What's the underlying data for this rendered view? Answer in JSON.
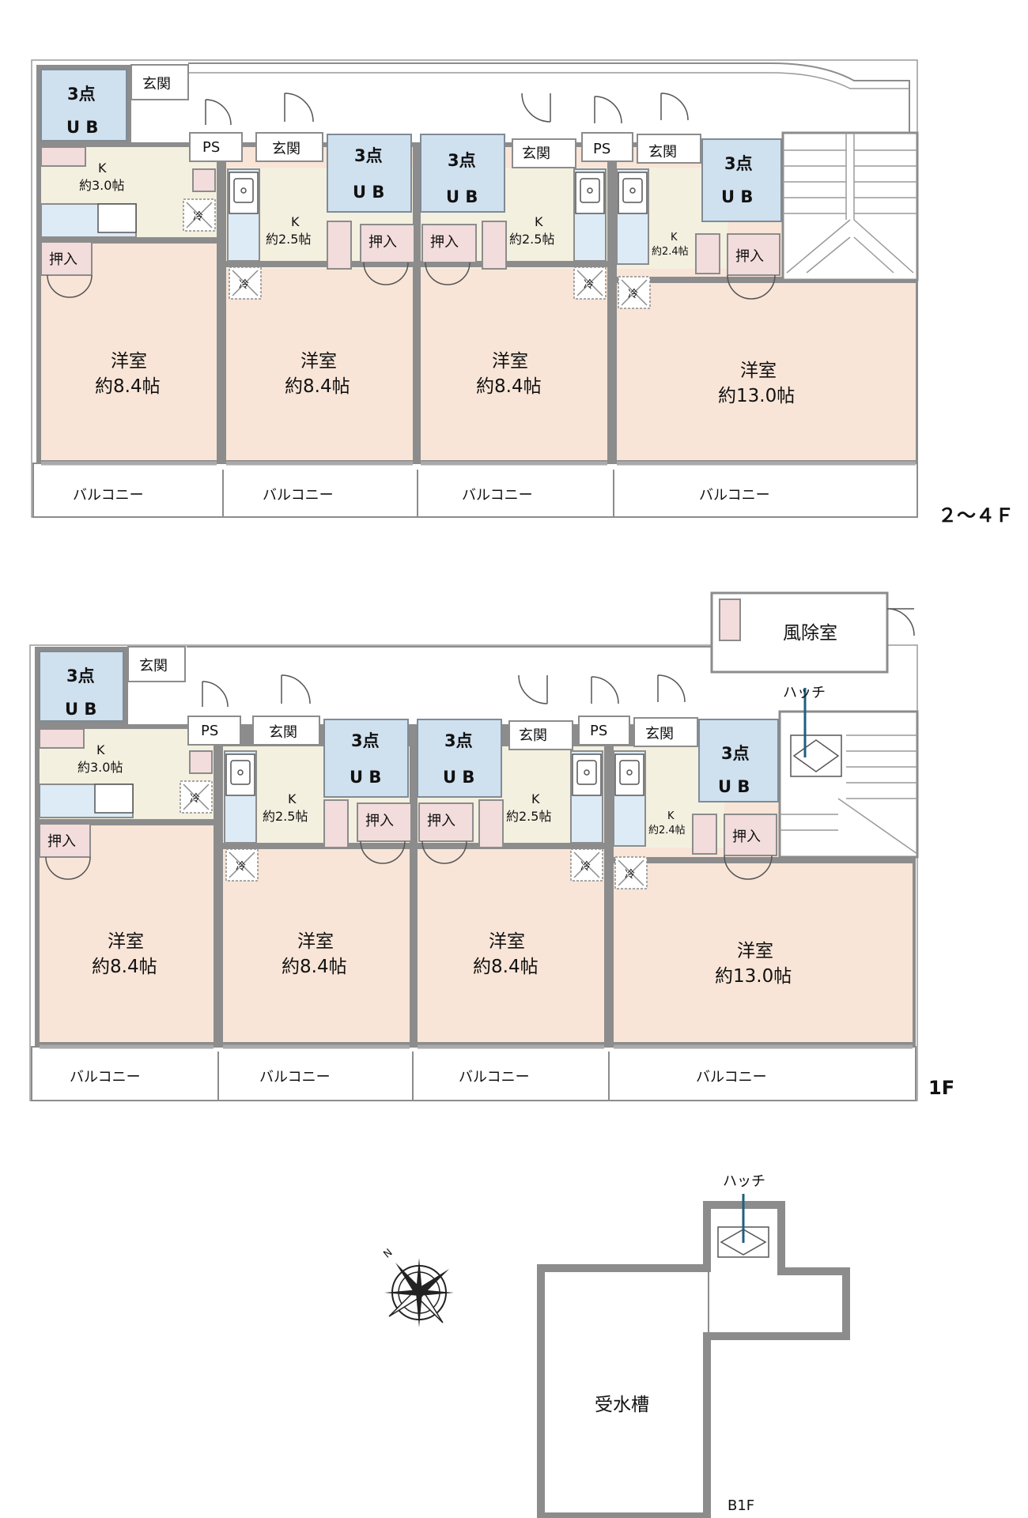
{
  "labels": {
    "ub_top": "3点",
    "ub_bottom": "U B",
    "genkan": "玄関",
    "ps": "PS",
    "k": "K",
    "k30": "約3.0帖",
    "k25": "約2.5帖",
    "k24": "約2.4帖",
    "oshiire": "押入",
    "yoshitsu": "洋室",
    "r84": "約8.4帖",
    "r130": "約13.0帖",
    "balcony": "バルコニー",
    "rei": "冷",
    "fujoshitsu": "風除室",
    "hatch": "ハッチ",
    "jusuiso": "受水槽",
    "compass_n": "N"
  },
  "floors": {
    "upper": "２～４Ｆ",
    "first": "1F",
    "basement": "B1F"
  }
}
